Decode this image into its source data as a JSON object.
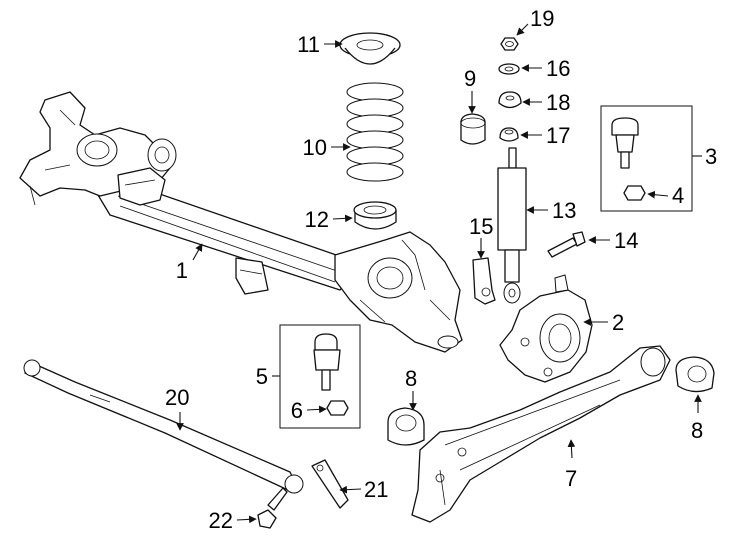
{
  "diagram": {
    "callouts": [
      {
        "id": "c1",
        "text": "1"
      },
      {
        "id": "c2",
        "text": "2"
      },
      {
        "id": "c3",
        "text": "3"
      },
      {
        "id": "c4",
        "text": "4"
      },
      {
        "id": "c5",
        "text": "5"
      },
      {
        "id": "c6",
        "text": "6"
      },
      {
        "id": "c7",
        "text": "7"
      },
      {
        "id": "c8a",
        "text": "8"
      },
      {
        "id": "c8b",
        "text": "8"
      },
      {
        "id": "c9",
        "text": "9"
      },
      {
        "id": "c10",
        "text": "10"
      },
      {
        "id": "c11",
        "text": "11"
      },
      {
        "id": "c12",
        "text": "12"
      },
      {
        "id": "c13",
        "text": "13"
      },
      {
        "id": "c14",
        "text": "14"
      },
      {
        "id": "c15",
        "text": "15"
      },
      {
        "id": "c16",
        "text": "16"
      },
      {
        "id": "c17",
        "text": "17"
      },
      {
        "id": "c18",
        "text": "18"
      },
      {
        "id": "c19",
        "text": "19"
      },
      {
        "id": "c20",
        "text": "20"
      },
      {
        "id": "c21",
        "text": "21"
      },
      {
        "id": "c22",
        "text": "22"
      }
    ]
  },
  "colors": {
    "line": "#111111",
    "background": "#ffffff",
    "text": "#000000"
  }
}
